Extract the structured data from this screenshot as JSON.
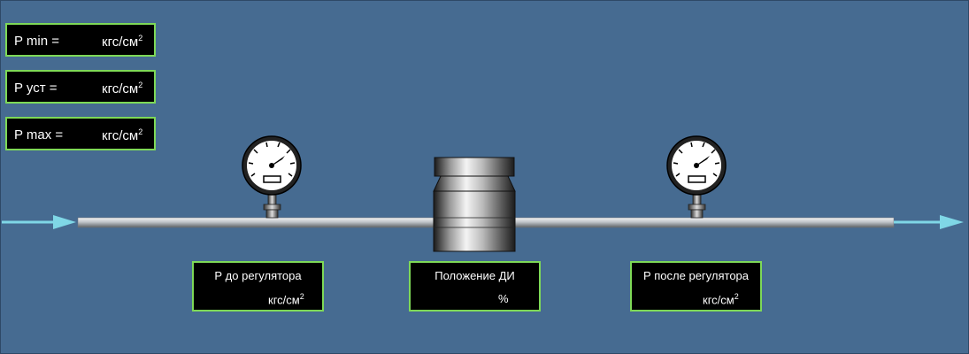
{
  "setpoints": {
    "p_min": {
      "label": "P min =",
      "unit": "кгс/см",
      "unit_sup": "2"
    },
    "p_ust": {
      "label": "P уст =",
      "unit": "кгс/см",
      "unit_sup": "2"
    },
    "p_max": {
      "label": "P max =",
      "unit": "кгс/см",
      "unit_sup": "2"
    }
  },
  "upstream": {
    "title": "Р до регулятора",
    "unit": "кгс/см",
    "unit_sup": "2"
  },
  "valve": {
    "title": "Положение ДИ",
    "unit": "%"
  },
  "downstream": {
    "title": "Р после регулятора",
    "unit": "кгс/см",
    "unit_sup": "2"
  },
  "icons": {
    "flow_in": "arrow-right-icon",
    "flow_out": "arrow-right-icon",
    "gauge": "pressure-gauge-icon",
    "valve": "control-valve-icon"
  },
  "colors": {
    "background": "#466b91",
    "panel_border": "#7ed957",
    "arrow": "#7fd7e6"
  }
}
